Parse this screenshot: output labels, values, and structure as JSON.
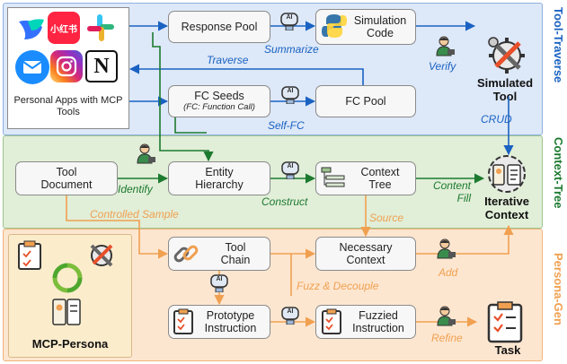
{
  "side_labels": {
    "top": "Tool-Traverse",
    "mid": "Context-Tree",
    "bottom": "Persona-Gen"
  },
  "apps_caption": "Personal Apps with MCP Tools",
  "app_icons": [
    "lark-icon",
    "xiaohongshu-icon",
    "slack-icon",
    "mail-icon",
    "instagram-icon",
    "notion-icon"
  ],
  "xiaohongshu_text": "小红书",
  "nodes": {
    "response_pool": "Response Pool",
    "simulation_code": "Simulation Code",
    "fc_seeds": "FC Seeds",
    "fc_seeds_note": "(FC: Function Call)",
    "fc_pool": "FC Pool",
    "tool_document": "Tool Document",
    "entity_hierarchy": "Entity Hierarchy",
    "context_tree": "Context Tree",
    "tool_chain": "Tool Chain",
    "necessary_context": "Necessary Context",
    "prototype_instruction": "Prototype Instruction",
    "fuzzied_instruction": "Fuzzied Instruction"
  },
  "bold_labels": {
    "simulated_tool": "Simulated Tool",
    "iterative_context": "Iterative Context",
    "mcp_persona": "MCP-Persona",
    "task": "Task"
  },
  "edge_labels": {
    "summarize": "Summarize",
    "verify": "Verify",
    "traverse": "Traverse",
    "self_fc": "Self-FC",
    "crud": "CRUD",
    "identify": "Identify",
    "construct": "Construct",
    "content_fill": "Content Fill",
    "controlled_sample": "Controlled Sample",
    "source": "Source",
    "add": "Add",
    "fuzz_decouple": "Fuzz & Decouple",
    "refine": "Refine"
  },
  "ai_badge": "AI",
  "colors": {
    "blue": "#1a62c2",
    "green": "#1c7a2f",
    "orange": "#f0a050",
    "band_blue": "#dde8f8",
    "band_green": "#e1eed8",
    "band_orange": "#fde6d0"
  }
}
